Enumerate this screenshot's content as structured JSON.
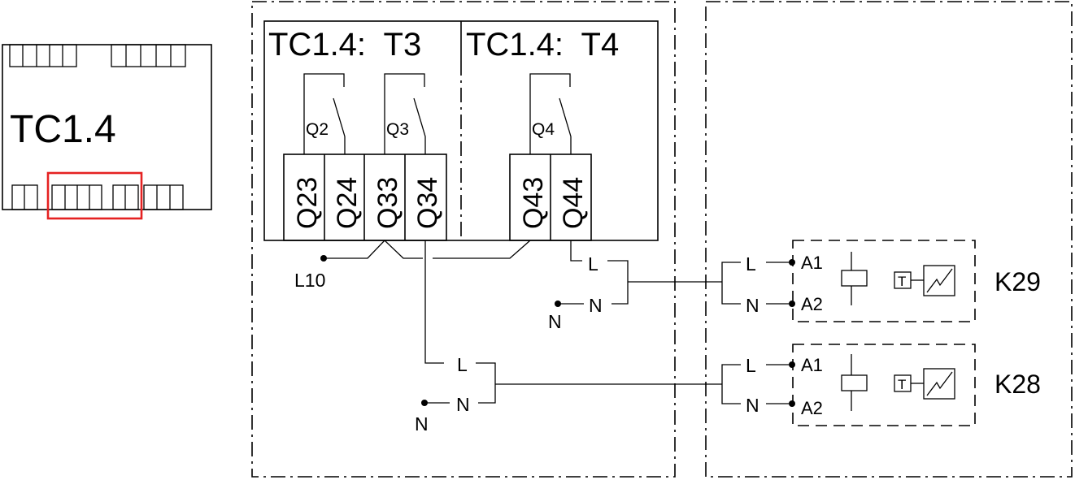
{
  "controller": {
    "label": "TC1.4",
    "highlight_color": "#e52222"
  },
  "relay_block": {
    "header_left": "TC1.4:  T3",
    "header_right": "TC1.4:  T4",
    "relays": [
      "Q2",
      "Q3",
      "Q4"
    ],
    "terminals": [
      "Q23",
      "Q24",
      "Q33",
      "Q34",
      "Q43",
      "Q44"
    ]
  },
  "feeds": {
    "supply": "L10",
    "neutral_a": "N",
    "neutral_b": "N"
  },
  "connectors": {
    "upper": {
      "l": "L",
      "n": "N"
    },
    "lower": {
      "l": "L",
      "n": "N"
    }
  },
  "contactors": [
    {
      "label": "K29",
      "l": "L",
      "n": "N",
      "a1": "A1",
      "a2": "A2",
      "thermal": "T"
    },
    {
      "label": "K28",
      "l": "L",
      "n": "N",
      "a1": "A1",
      "a2": "A2",
      "thermal": "T"
    }
  ]
}
